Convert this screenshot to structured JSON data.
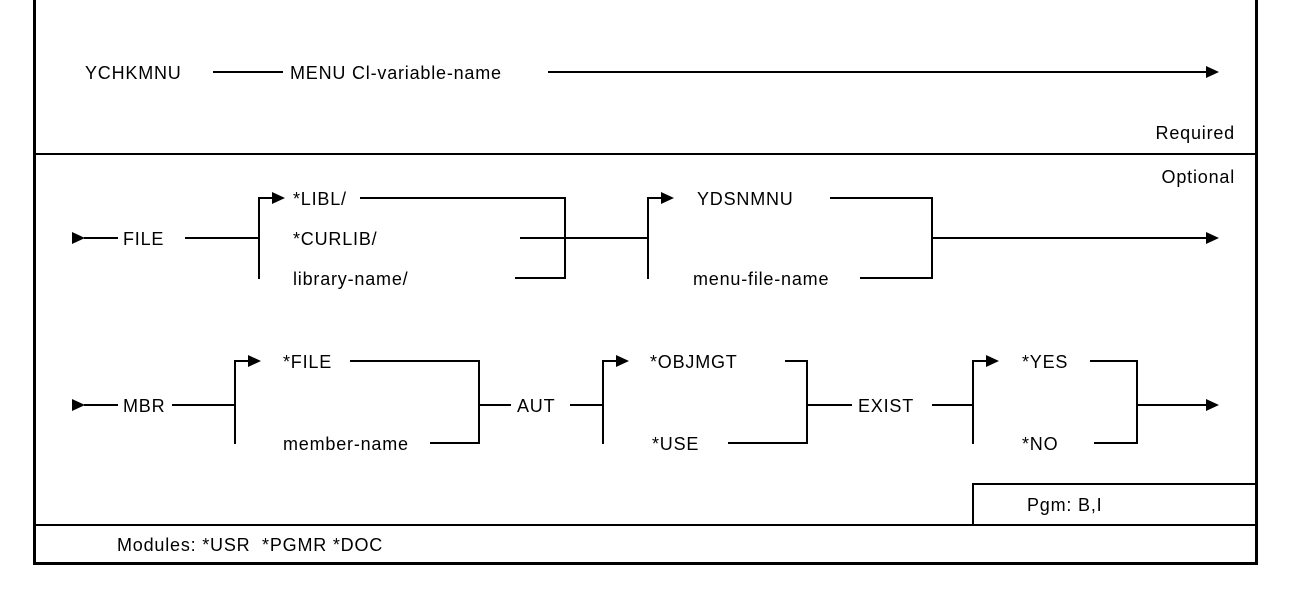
{
  "diagram": {
    "command": "YCHKMNU",
    "required_section": {
      "tag": "Required",
      "menu_parameter": "MENU Cl-variable-name"
    },
    "optional_section": {
      "tag": "Optional",
      "file_parameter": {
        "keyword": "FILE",
        "library_options": [
          "*LIBL/",
          "*CURLIB/",
          "library-name/"
        ],
        "name_options": [
          "YDSNMNU",
          "menu-file-name"
        ]
      },
      "mbr_parameter": {
        "keyword": "MBR",
        "options": [
          "*FILE",
          "member-name"
        ]
      },
      "aut_parameter": {
        "keyword": "AUT",
        "options": [
          "*OBJMGT",
          "*USE"
        ]
      },
      "exist_parameter": {
        "keyword": "EXIST",
        "options": [
          "*YES",
          "*NO"
        ]
      }
    },
    "footer": {
      "pgm_note": "Pgm: B,I",
      "modules_note": "Modules: *USR  *PGMR *DOC"
    },
    "colors": {
      "ink": "#000000",
      "background": "#ffffff"
    }
  }
}
